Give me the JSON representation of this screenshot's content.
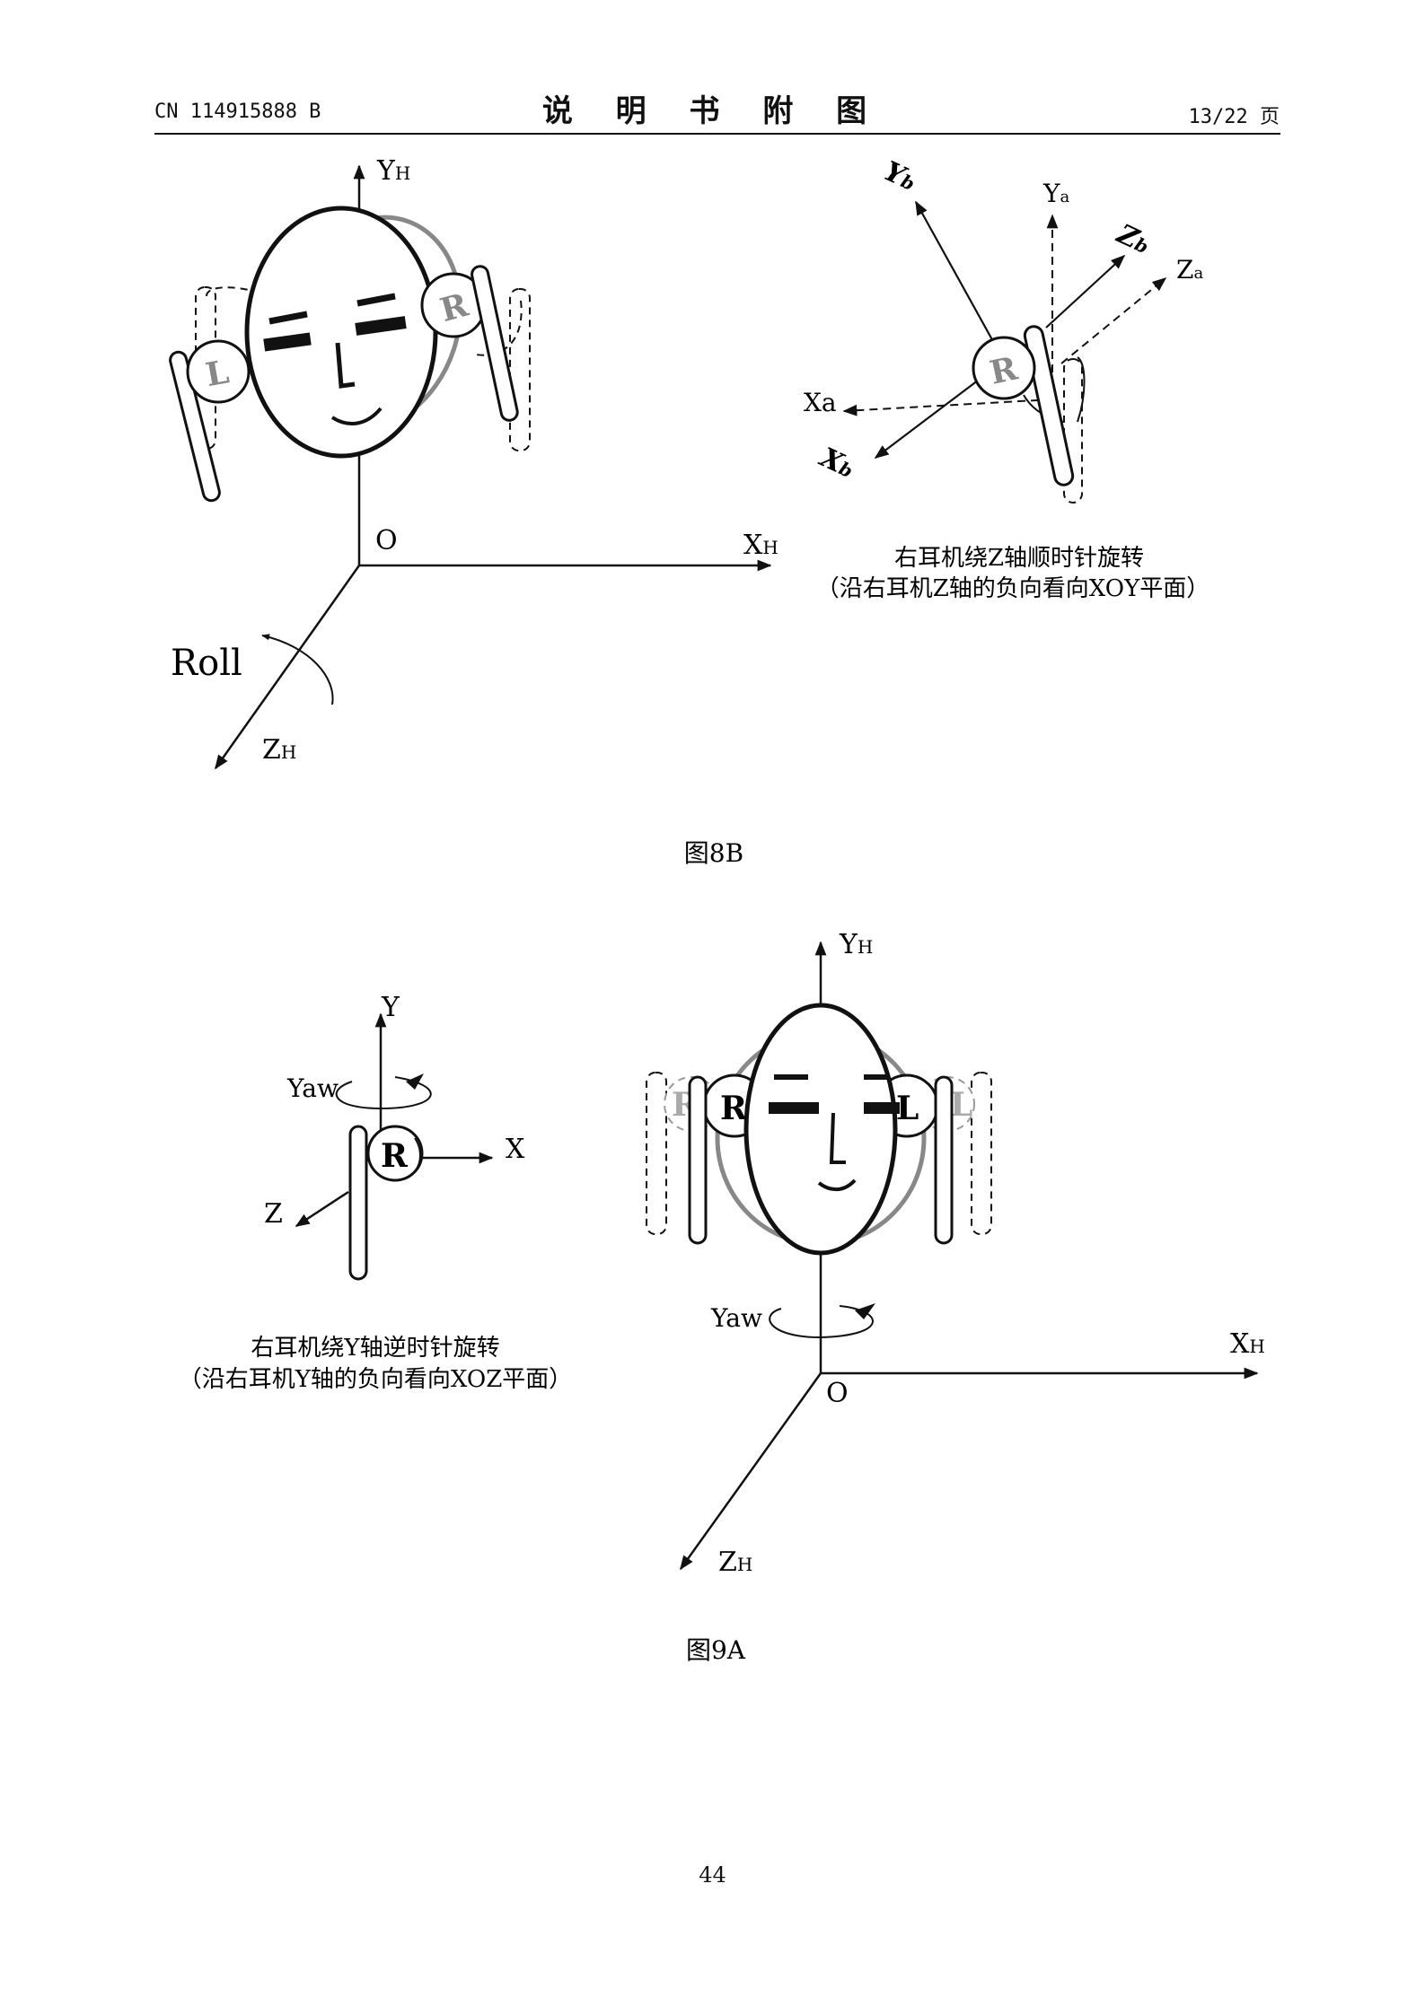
{
  "header": {
    "doc_number": "CN 114915888 B",
    "title": "说 明 书 附 图",
    "page_count": "13/22 页"
  },
  "fig8b": {
    "axis_y": "Y",
    "axis_y_sub": "H",
    "axis_x": "X",
    "axis_x_sub": "H",
    "axis_z": "Z",
    "axis_z_sub": "H",
    "origin": "O",
    "roll_label": "Roll",
    "left_ear": "L",
    "right_ear": "R",
    "inset": {
      "yb": "Y",
      "yb_sub": "b",
      "ya": "Y",
      "ya_sub": "a",
      "zb": "Z",
      "zb_sub": "b",
      "za": "Z",
      "za_sub": "a",
      "xa": "Xa",
      "xb": "X",
      "xb_sub": "b",
      "ear": "R",
      "caption_line1": "右耳机绕Z轴顺时针旋转",
      "caption_line2": "（沿右耳机Z轴的负向看向XOY平面）"
    },
    "figure_label": "图8B"
  },
  "fig9a": {
    "axis_y": "Y",
    "axis_y_sub": "H",
    "axis_x": "X",
    "axis_x_sub": "H",
    "axis_z": "Z",
    "axis_z_sub": "H",
    "origin": "O",
    "yaw_label": "Yaw",
    "right_ear": "R",
    "left_ear": "L",
    "ghost_right_ear": "R",
    "ghost_left_ear": "L",
    "inset": {
      "y": "Y",
      "x": "X",
      "z": "Z",
      "yaw": "Yaw",
      "ear": "R",
      "caption_line1": "右耳机绕Y轴逆时针旋转",
      "caption_line2": "（沿右耳机Y轴的负向看向XOZ平面）"
    },
    "figure_label": "图9A"
  },
  "page_number": "44"
}
